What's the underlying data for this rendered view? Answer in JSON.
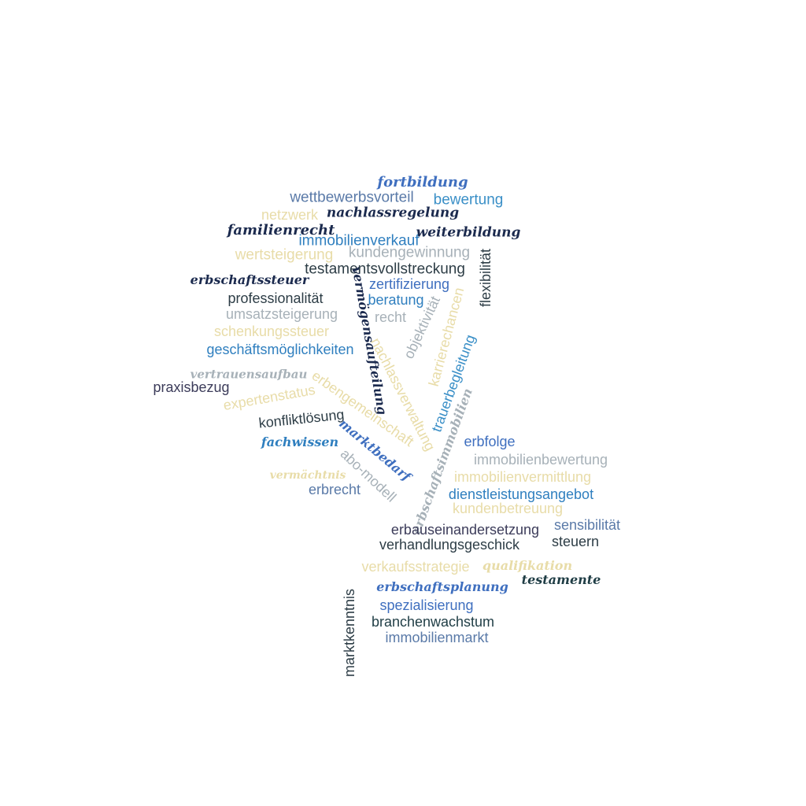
{
  "palette": {
    "navy": "#1b2a4e",
    "darkteal": "#1f3d45",
    "blue": "#2f7fbf",
    "royal": "#3f6fbf",
    "slate": "#5a7aa8",
    "gray": "#a7b1b8",
    "cream": "#e8dca8",
    "sky": "#3a8fc7",
    "dark": "#2d3d46"
  },
  "words": [
    {
      "text": "fortbildung",
      "color": "#3f6fbf"
    },
    {
      "text": "wettbewerbsvorteil",
      "color": "#5a7aa8"
    },
    {
      "text": "bewertung",
      "color": "#3a8fc7"
    },
    {
      "text": "netzwerk",
      "color": "#e8dca8"
    },
    {
      "text": "nachlassregelung",
      "color": "#1b2a4e"
    },
    {
      "text": "familienrecht",
      "color": "#1b2a4e"
    },
    {
      "text": "immobilienverkauf",
      "color": "#2f7fbf"
    },
    {
      "text": "weiterbildung",
      "color": "#1b2a4e"
    },
    {
      "text": "wertsteigerung",
      "color": "#e8dca8"
    },
    {
      "text": "kundengewinnung",
      "color": "#a7b1b8"
    },
    {
      "text": "flexibilität",
      "color": "#2d3d46"
    },
    {
      "text": "testamentsvollstreckung",
      "color": "#2d3d46"
    },
    {
      "text": "erbschaftssteuer",
      "color": "#1b2a4e"
    },
    {
      "text": "vermögensaufteilung",
      "color": "#1b2a4e"
    },
    {
      "text": "zertifizierung",
      "color": "#3f6fbf"
    },
    {
      "text": "karrierechancen",
      "color": "#e8dca8"
    },
    {
      "text": "professionalität",
      "color": "#2d3d46"
    },
    {
      "text": "beratung",
      "color": "#2f7fbf"
    },
    {
      "text": "umsatzsteigerung",
      "color": "#a7b1b8"
    },
    {
      "text": "recht",
      "color": "#a7b1b8"
    },
    {
      "text": "objektivität",
      "color": "#a7b1b8"
    },
    {
      "text": "schenkungssteuer",
      "color": "#e8dca8"
    },
    {
      "text": "nachlassverwaltung",
      "color": "#e8dca8"
    },
    {
      "text": "trauerbegleitung",
      "color": "#3a8fc7"
    },
    {
      "text": "geschäftsmöglichkeiten",
      "color": "#2f7fbf"
    },
    {
      "text": "vertrauensaufbau",
      "color": "#a7b1b8"
    },
    {
      "text": "praxisbezug",
      "color": "#3c3c5a"
    },
    {
      "text": "erbengemeinschaft",
      "color": "#e8dca8"
    },
    {
      "text": "expertenstatus",
      "color": "#e8dca8"
    },
    {
      "text": "erbschaftsimmobilien",
      "color": "#a7b1b8"
    },
    {
      "text": "konfliktlösung",
      "color": "#2d3d46"
    },
    {
      "text": "fachwissen",
      "color": "#2f7fbf"
    },
    {
      "text": "marktbedarf",
      "color": "#3f6fbf"
    },
    {
      "text": "erbfolge",
      "color": "#3f6fbf"
    },
    {
      "text": "immobilienbewertung",
      "color": "#a7b1b8"
    },
    {
      "text": "abo-modell",
      "color": "#a7b1b8"
    },
    {
      "text": "vermächtnis",
      "color": "#e8dca8"
    },
    {
      "text": "immobilienvermittlung",
      "color": "#e8dca8"
    },
    {
      "text": "erbrecht",
      "color": "#5a7aa8"
    },
    {
      "text": "dienstleistungsangebot",
      "color": "#2f7fbf"
    },
    {
      "text": "kundenbetreuung",
      "color": "#e8dca8"
    },
    {
      "text": "erbauseinandersetzung",
      "color": "#3c3c5a"
    },
    {
      "text": "sensibilität",
      "color": "#5a7aa8"
    },
    {
      "text": "verhandlungsgeschick",
      "color": "#2d3d46"
    },
    {
      "text": "steuern",
      "color": "#2d3d46"
    },
    {
      "text": "verkaufsstrategie",
      "color": "#e8dca8"
    },
    {
      "text": "qualifikation",
      "color": "#e8dca8"
    },
    {
      "text": "testamente",
      "color": "#1f3d45"
    },
    {
      "text": "erbschaftsplanung",
      "color": "#3f6fbf"
    },
    {
      "text": "marktkenntnis",
      "color": "#2d3d46"
    },
    {
      "text": "spezialisierung",
      "color": "#3f6fbf"
    },
    {
      "text": "branchenwachstum",
      "color": "#1f3d45"
    },
    {
      "text": "immobilienmarkt",
      "color": "#5a7aa8"
    }
  ]
}
